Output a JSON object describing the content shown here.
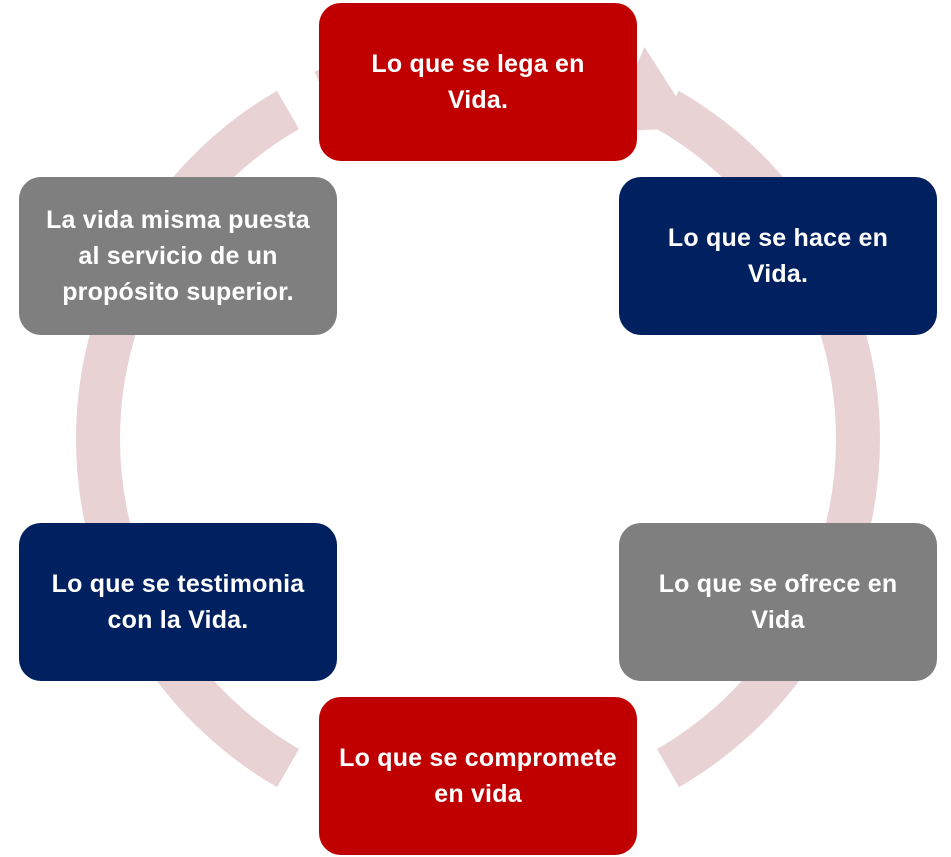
{
  "colors": {
    "red": "#C00000",
    "navy": "#002060",
    "gray": "#7F7F7F",
    "ring": "#E8D2D3",
    "text": "#FFFFFF"
  },
  "diagram": {
    "type": "cycle",
    "direction": "clockwise",
    "nodes": [
      {
        "id": "top",
        "text": "Lo que se lega en Vida.",
        "color": "red"
      },
      {
        "id": "tr",
        "text": "Lo que se hace en Vida.",
        "color": "navy"
      },
      {
        "id": "br",
        "text": "Lo que se ofrece en Vida",
        "color": "gray"
      },
      {
        "id": "bottom",
        "text": "Lo que se compromete en vida",
        "color": "red"
      },
      {
        "id": "bl",
        "text": "Lo que se testimonia con la Vida.",
        "color": "navy"
      },
      {
        "id": "tl",
        "text": "La vida misma puesta al servicio de un propósito superior.",
        "color": "gray"
      }
    ]
  }
}
